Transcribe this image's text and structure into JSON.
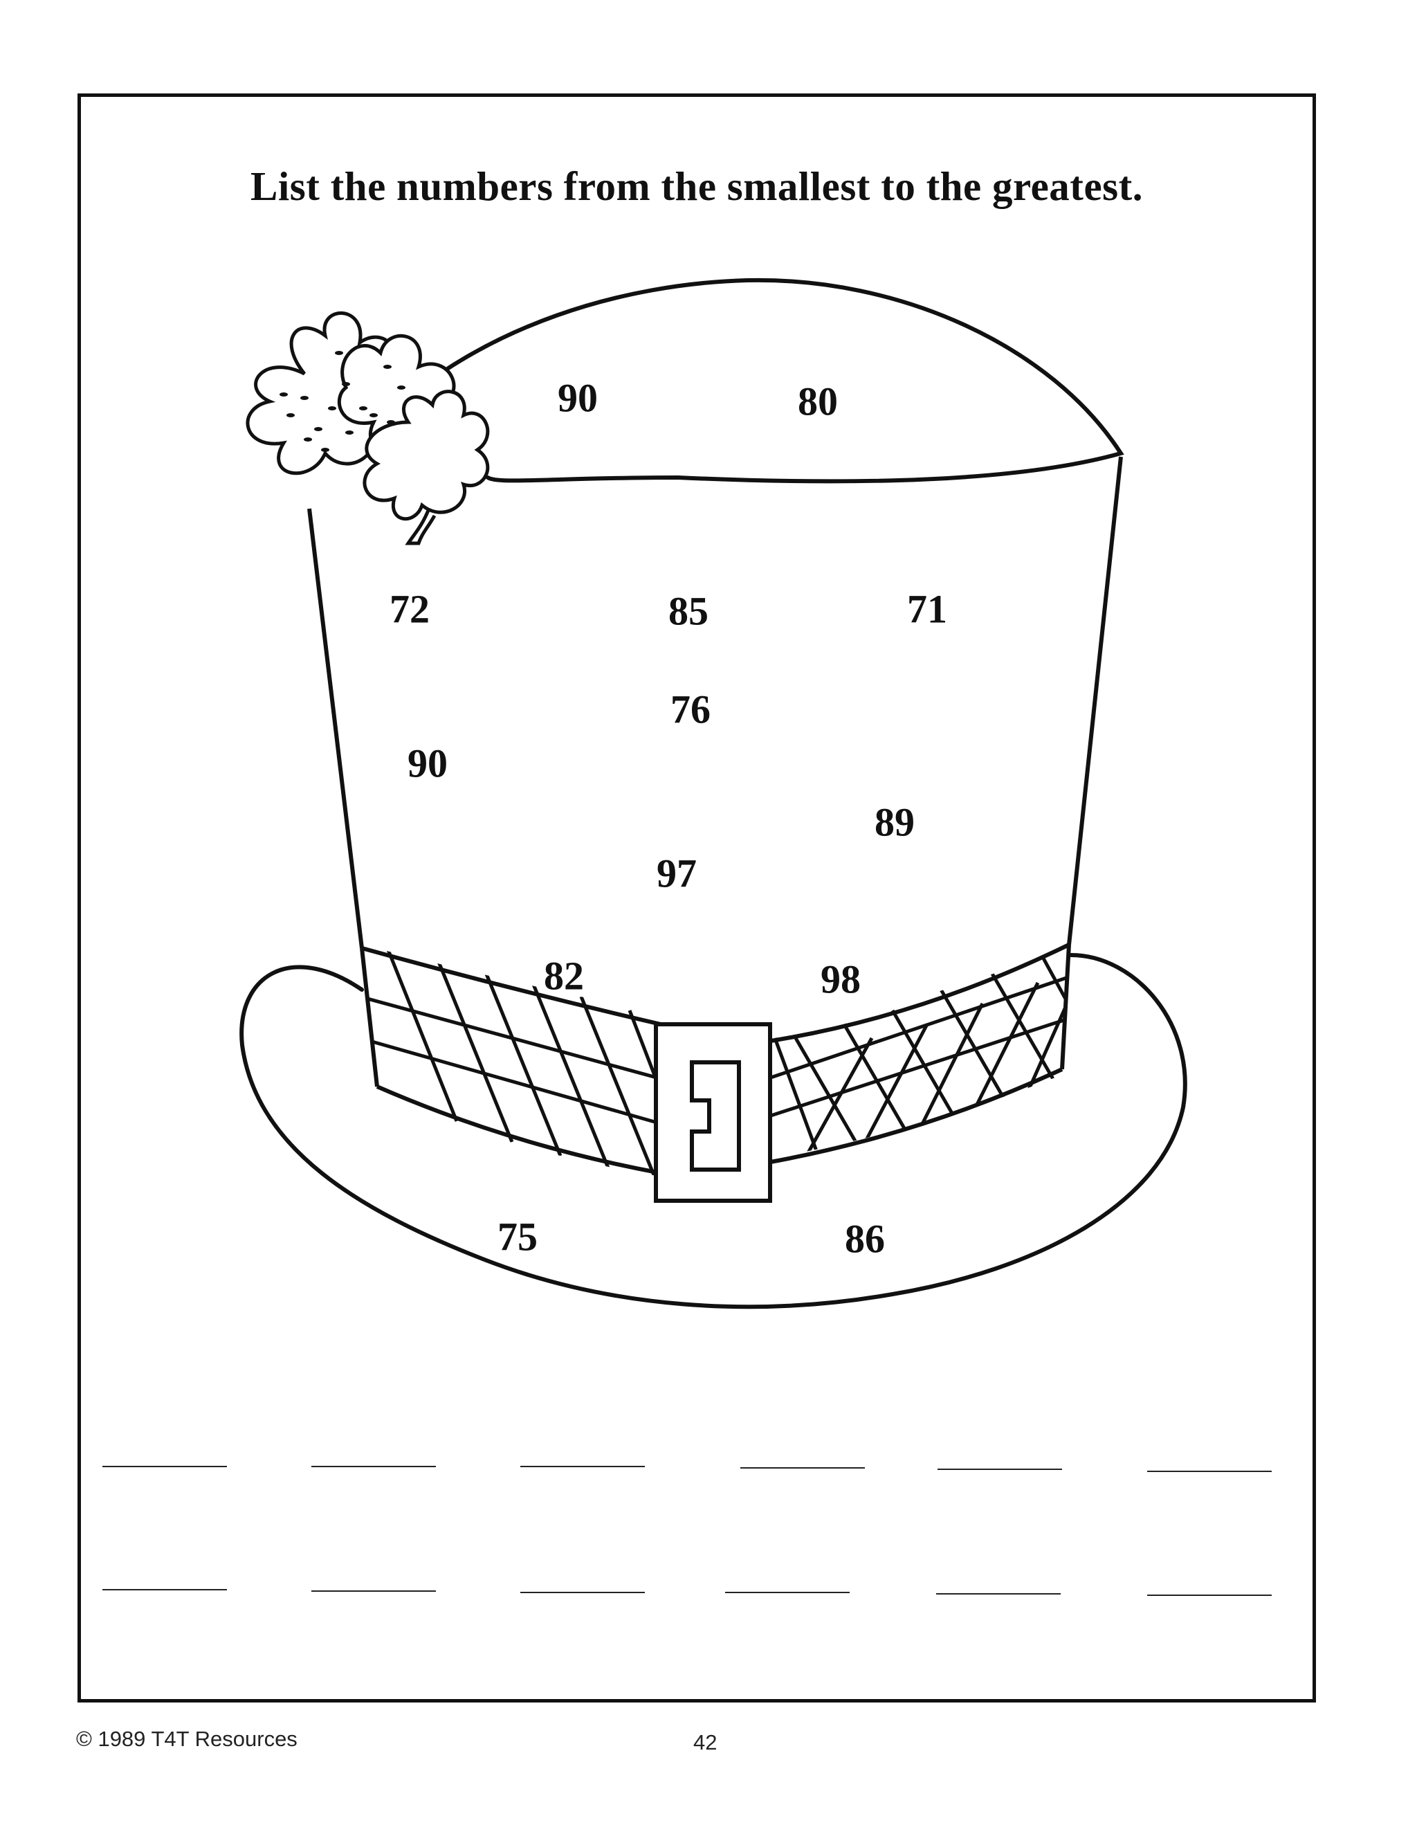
{
  "worksheet": {
    "instruction": "List the numbers from the  smallest to the greatest.",
    "hat_numbers": [
      "90",
      "80",
      "72",
      "85",
      "71",
      "76",
      "90",
      "89",
      "97",
      "82",
      "98",
      "75",
      "86"
    ],
    "answer_rows": [
      [
        "",
        "",
        "",
        "",
        "",
        ""
      ],
      [
        "",
        "",
        "",
        "",
        "",
        ""
      ]
    ]
  },
  "footer": {
    "copyright": "© 1989 T4T Resources",
    "page_number": "42"
  }
}
